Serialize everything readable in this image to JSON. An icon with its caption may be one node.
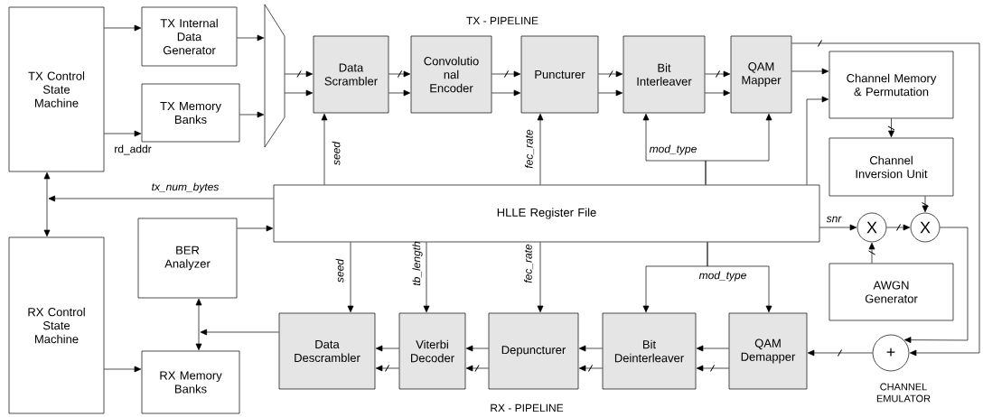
{
  "diagram": {
    "nodes": [
      {
        "text": [
          "TX Control State Machine"
        ]
      },
      {
        "text": [
          "TX Internal Data Generator"
        ]
      },
      {
        "text": [
          "TX Memory Banks"
        ]
      },
      {
        "text": [],
        "shape": "trapezoid"
      },
      {
        "text": [
          "Data Scrambler"
        ]
      },
      {
        "text": [
          "Convolutio nal Encoder"
        ]
      },
      {
        "text": [
          "Puncturer"
        ]
      },
      {
        "text": [
          "Bit Interleaver"
        ]
      },
      {
        "text": [
          "QAM Mapper"
        ]
      },
      {
        "text": [
          "Channel Memory & Permutation"
        ]
      },
      {
        "text": [
          "Channel Inversion Unit"
        ]
      },
      {
        "text": [
          "HLLE Register File"
        ]
      },
      {
        "text": [
          "X"
        ]
      },
      {
        "text": [
          "X"
        ]
      },
      {
        "text": [
          "AWGN Generator"
        ]
      },
      {
        "text": [
          "BER Analyzer"
        ]
      },
      {
        "text": [
          "RX Control State Machine"
        ]
      },
      {
        "text": [
          "RX Memory Banks"
        ]
      },
      {
        "text": [
          "Data Descrambler"
        ]
      },
      {
        "text": [
          "Viterbi Decoder"
        ]
      },
      {
        "text": [
          "Depuncturer"
        ]
      },
      {
        "text": [
          "Bit Deinterleaver"
        ]
      },
      {
        "text": [
          "QAM Demapper"
        ]
      },
      {
        "text": [
          "+"
        ],
        "beside": [
          "CHANNEL EMULATOR"
        ]
      }
    ],
    "edges": [
      {
        "from": 0,
        "to": 1,
        "arrow": "to"
      },
      {
        "from": 0,
        "to": 2,
        "arrow": "to",
        "label": "rd_addr"
      },
      {
        "from": 1,
        "to": 3,
        "arrow": "to"
      },
      {
        "from": 2,
        "to": 3,
        "arrow": "to"
      },
      {
        "from": 3,
        "to": 4,
        "arrow": "to"
      },
      {
        "from": 3,
        "to": 4,
        "arrow": "to"
      },
      {
        "from": 4,
        "to": 5,
        "arrow": "to"
      },
      {
        "from": 4,
        "to": 5,
        "arrow": "to"
      },
      {
        "from": 5,
        "to": 6,
        "arrow": "to"
      },
      {
        "from": 5,
        "to": 6,
        "arrow": "to"
      },
      {
        "from": 6,
        "to": 7,
        "arrow": "to"
      },
      {
        "from": 6,
        "to": 7,
        "arrow": "to"
      },
      {
        "from": 7,
        "to": 8,
        "arrow": "to"
      },
      {
        "from": 7,
        "to": 8,
        "arrow": "to"
      },
      {
        "from": 8,
        "to": 9,
        "arrow": "to"
      },
      {
        "from": 8,
        "to": 23,
        "arrow": "to"
      },
      {
        "from": 11,
        "to": 9,
        "arrow": "to"
      },
      {
        "from": 9,
        "to": 10,
        "arrow": "to"
      },
      {
        "from": 10,
        "to": 13,
        "arrow": "to"
      },
      {
        "from": 11,
        "to": 12,
        "arrow": "to",
        "label": "snr"
      },
      {
        "from": 14,
        "to": 12,
        "arrow": "to"
      },
      {
        "from": 12,
        "to": 13,
        "arrow": "to"
      },
      {
        "from": 13,
        "to": 23,
        "arrow": "to"
      },
      {
        "from": 23,
        "to": 22,
        "arrow": "to"
      },
      {
        "from": 22,
        "to": 21,
        "arrow": "to"
      },
      {
        "from": 22,
        "to": 21,
        "arrow": "to"
      },
      {
        "from": 21,
        "to": 20,
        "arrow": "to"
      },
      {
        "from": 21,
        "to": 20,
        "arrow": "to"
      },
      {
        "from": 20,
        "to": 19,
        "arrow": "to"
      },
      {
        "from": 20,
        "to": 19,
        "arrow": "to"
      },
      {
        "from": 19,
        "to": 18,
        "arrow": "to"
      },
      {
        "from": 19,
        "to": 18,
        "arrow": "to"
      },
      {
        "from": 15,
        "to": 17,
        "arrow": "both"
      },
      {
        "from": 18,
        "to": null,
        "arrow": "to"
      },
      {
        "from": 16,
        "to": 17,
        "arrow": "to"
      },
      {
        "from": 0,
        "to": 16,
        "arrow": "both"
      },
      {
        "from": 11,
        "to": null,
        "arrow": "to",
        "label": "tx_num_bytes"
      },
      {
        "from": 15,
        "to": 11,
        "arrow": "to"
      },
      {
        "from": 11,
        "to": 4,
        "arrow": "to",
        "label": "seed"
      },
      {
        "from": 11,
        "to": 6,
        "arrow": "to",
        "label": "fec_rate"
      },
      {
        "from": 11,
        "to": 7,
        "arrow": "to",
        "label": "mod_type"
      },
      {
        "from": 11,
        "to": 8,
        "arrow": "to"
      },
      {
        "from": 11,
        "to": 18,
        "arrow": "to",
        "label": "seed"
      },
      {
        "from": 11,
        "to": 19,
        "arrow": "to",
        "label": "tb_length"
      },
      {
        "from": 11,
        "to": 20,
        "arrow": "to",
        "label": "fec_rate"
      },
      {
        "from": 11,
        "to": 21,
        "arrow": "to",
        "label": "mod_type"
      },
      {
        "from": 11,
        "to": 22,
        "arrow": "to"
      }
    ],
    "labels": [
      "TX - PIPELINE",
      "RX - PIPELINE"
    ]
  }
}
